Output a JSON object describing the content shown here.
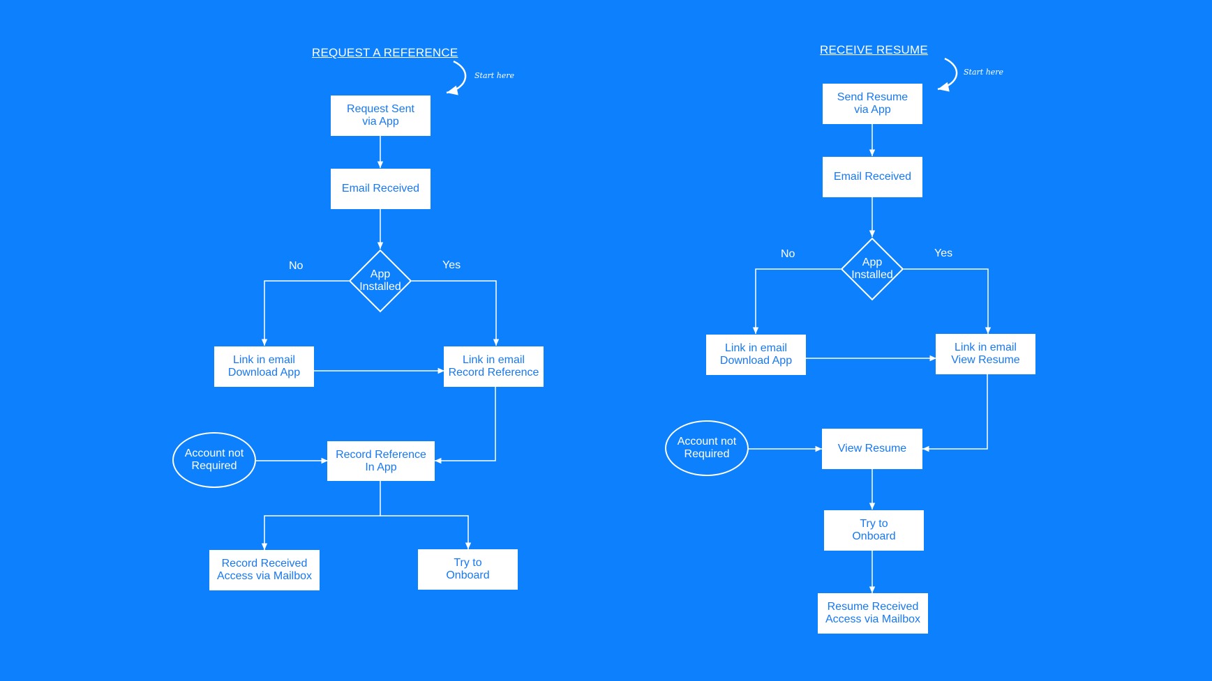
{
  "flows": {
    "reference": {
      "title": "REQUEST A REFERENCE",
      "start_note": "Start here",
      "request_sent": "Request Sent\nvia App",
      "email_received": "Email Received",
      "decision": "App\nInstalled",
      "no_label": "No",
      "yes_label": "Yes",
      "link_download": "Link in email\nDownload App",
      "link_record": "Link in email\nRecord Reference",
      "account_not_required": "Account not\nRequired",
      "record_in_app": "Record Reference\nIn App",
      "record_received": "Record Received\nAccess via Mailbox",
      "try_onboard": "Try to\nOnboard"
    },
    "resume": {
      "title": "RECEIVE RESUME",
      "start_note": "Start here",
      "send_resume": "Send Resume\nvia App",
      "email_received": "Email Received",
      "decision": "App\nInstalled",
      "no_label": "No",
      "yes_label": "Yes",
      "link_download": "Link in email\nDownload App",
      "link_view": "Link in email\nView Resume",
      "account_not_required": "Account not\nRequired",
      "view_resume": "View Resume",
      "try_onboard": "Try to\nOnboard",
      "resume_received": "Resume Received\nAccess via Mailbox"
    }
  },
  "colors": {
    "background": "#0d80fd",
    "node_fill": "#ffffff",
    "node_text": "#1778f2",
    "lines": "#ffffff"
  },
  "icons": [
    "curved-arrow-icon"
  ]
}
